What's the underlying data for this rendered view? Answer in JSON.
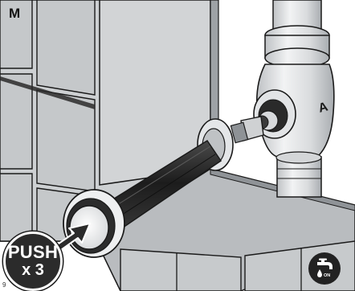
{
  "step": {
    "letter": "M",
    "page_number": "9"
  },
  "push_badge": {
    "word": "PUSH",
    "count": "x 3"
  },
  "water_badge": {
    "label": "ON",
    "icon": "faucet-icon"
  },
  "valve": {
    "marking": "A"
  },
  "colors": {
    "line": "#1a1a1a",
    "wall_tile": "#c9cbcd",
    "wall_face": "#d4d6d8",
    "shelf_top": "#b8bbbe",
    "pipe_metal": "#e4e6e8",
    "sleeve_dark": "#262626",
    "badge_fill": "#2b2b2b"
  }
}
